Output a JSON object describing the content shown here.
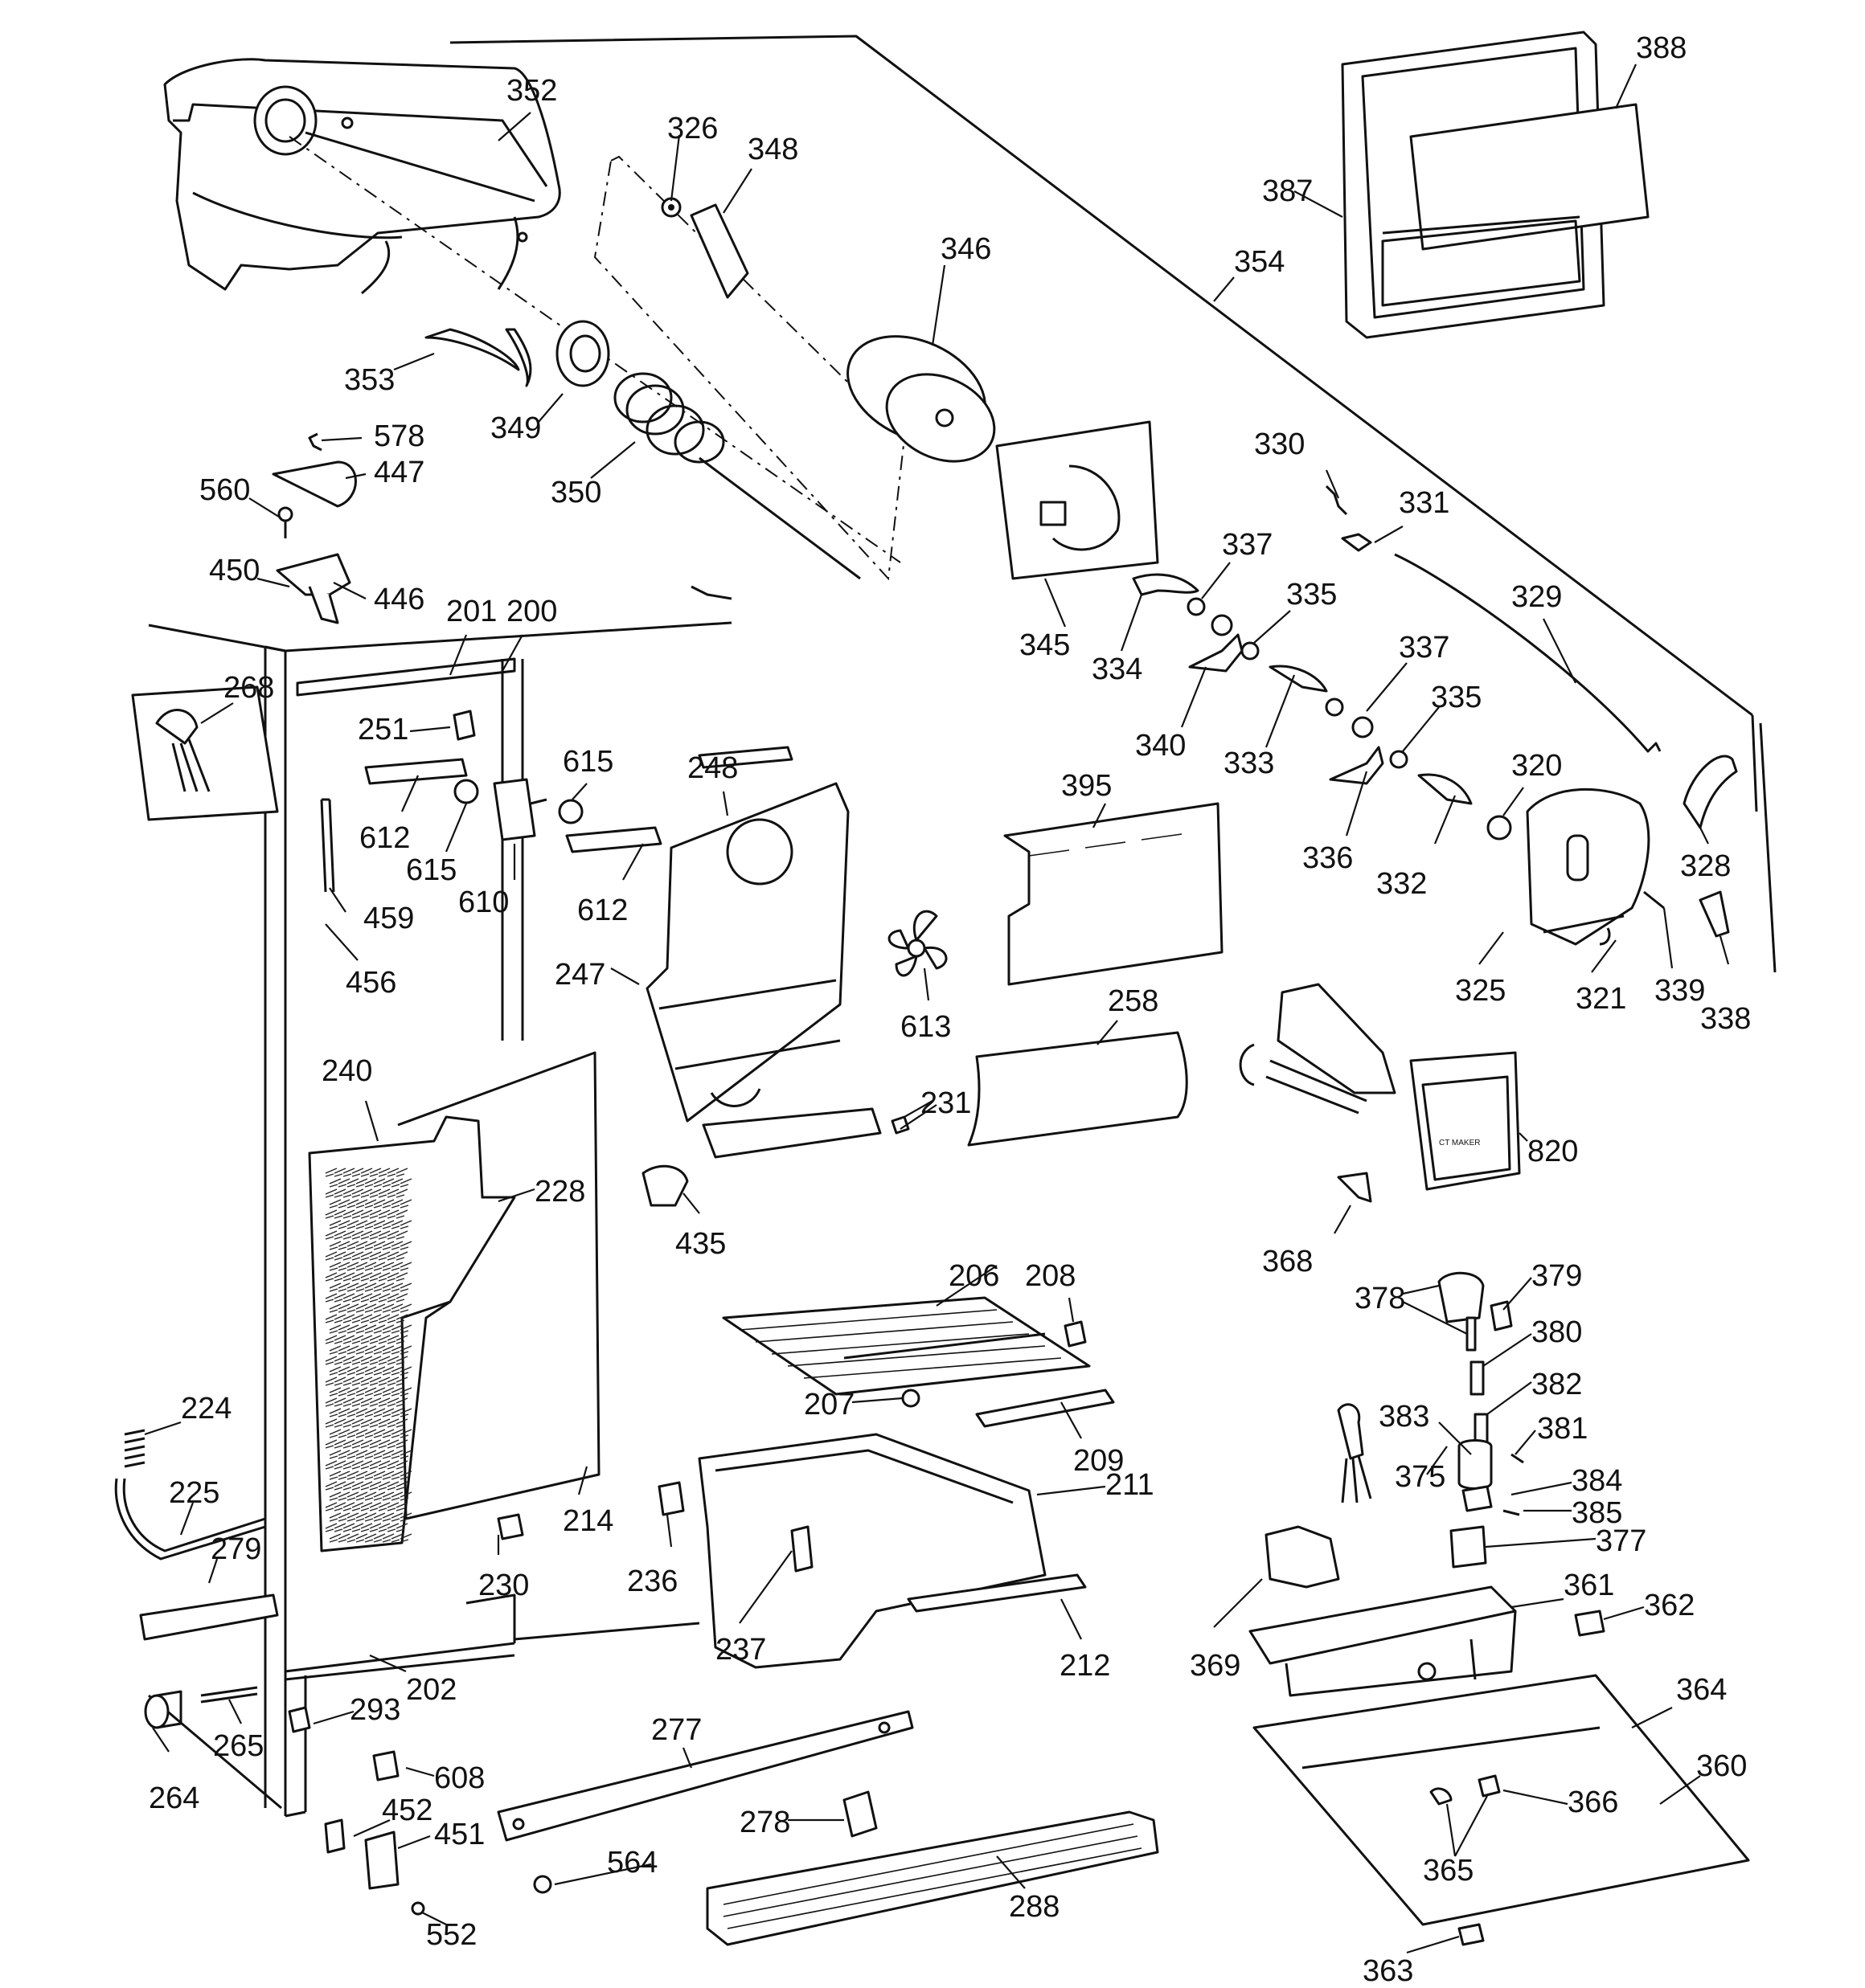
{
  "diagram": {
    "labels": [
      {
        "id": "352",
        "text": "352"
      },
      {
        "id": "326",
        "text": "326"
      },
      {
        "id": "348",
        "text": "348"
      },
      {
        "id": "346",
        "text": "346"
      },
      {
        "id": "388",
        "text": "388"
      },
      {
        "id": "387",
        "text": "387"
      },
      {
        "id": "354",
        "text": "354"
      },
      {
        "id": "353",
        "text": "353"
      },
      {
        "id": "349",
        "text": "349"
      },
      {
        "id": "350",
        "text": "350"
      },
      {
        "id": "578",
        "text": "578"
      },
      {
        "id": "447",
        "text": "447"
      },
      {
        "id": "560",
        "text": "560"
      },
      {
        "id": "450",
        "text": "450"
      },
      {
        "id": "446",
        "text": "446"
      },
      {
        "id": "330",
        "text": "330"
      },
      {
        "id": "331",
        "text": "331"
      },
      {
        "id": "337a",
        "text": "337"
      },
      {
        "id": "335a",
        "text": "335"
      },
      {
        "id": "329",
        "text": "329"
      },
      {
        "id": "345",
        "text": "345"
      },
      {
        "id": "334",
        "text": "334"
      },
      {
        "id": "337b",
        "text": "337"
      },
      {
        "id": "340",
        "text": "340"
      },
      {
        "id": "333",
        "text": "333"
      },
      {
        "id": "335b",
        "text": "335"
      },
      {
        "id": "320",
        "text": "320"
      },
      {
        "id": "336",
        "text": "336"
      },
      {
        "id": "332",
        "text": "332"
      },
      {
        "id": "328",
        "text": "328"
      },
      {
        "id": "325",
        "text": "325"
      },
      {
        "id": "321",
        "text": "321"
      },
      {
        "id": "339",
        "text": "339"
      },
      {
        "id": "338",
        "text": "338"
      },
      {
        "id": "201",
        "text": "201"
      },
      {
        "id": "200",
        "text": "200"
      },
      {
        "id": "268",
        "text": "268"
      },
      {
        "id": "251",
        "text": "251"
      },
      {
        "id": "615a",
        "text": "615"
      },
      {
        "id": "248",
        "text": "248"
      },
      {
        "id": "612a",
        "text": "612"
      },
      {
        "id": "615b",
        "text": "615"
      },
      {
        "id": "610",
        "text": "610"
      },
      {
        "id": "612b",
        "text": "612"
      },
      {
        "id": "395",
        "text": "395"
      },
      {
        "id": "459",
        "text": "459"
      },
      {
        "id": "456",
        "text": "456"
      },
      {
        "id": "247",
        "text": "247"
      },
      {
        "id": "613",
        "text": "613"
      },
      {
        "id": "258",
        "text": "258"
      },
      {
        "id": "240",
        "text": "240"
      },
      {
        "id": "231",
        "text": "231"
      },
      {
        "id": "228",
        "text": "228"
      },
      {
        "id": "820",
        "text": "820"
      },
      {
        "id": "435",
        "text": "435"
      },
      {
        "id": "368",
        "text": "368"
      },
      {
        "id": "206",
        "text": "206"
      },
      {
        "id": "208",
        "text": "208"
      },
      {
        "id": "378",
        "text": "378"
      },
      {
        "id": "379",
        "text": "379"
      },
      {
        "id": "380",
        "text": "380"
      },
      {
        "id": "224",
        "text": "224"
      },
      {
        "id": "207",
        "text": "207"
      },
      {
        "id": "382",
        "text": "382"
      },
      {
        "id": "209",
        "text": "209"
      },
      {
        "id": "383",
        "text": "383"
      },
      {
        "id": "381",
        "text": "381"
      },
      {
        "id": "225",
        "text": "225"
      },
      {
        "id": "375",
        "text": "375"
      },
      {
        "id": "211",
        "text": "211"
      },
      {
        "id": "214",
        "text": "214"
      },
      {
        "id": "384",
        "text": "384"
      },
      {
        "id": "385",
        "text": "385"
      },
      {
        "id": "279",
        "text": "279"
      },
      {
        "id": "236",
        "text": "236"
      },
      {
        "id": "230",
        "text": "230"
      },
      {
        "id": "377",
        "text": "377"
      },
      {
        "id": "361",
        "text": "361"
      },
      {
        "id": "362",
        "text": "362"
      },
      {
        "id": "237",
        "text": "237"
      },
      {
        "id": "212",
        "text": "212"
      },
      {
        "id": "369",
        "text": "369"
      },
      {
        "id": "202",
        "text": "202"
      },
      {
        "id": "293",
        "text": "293"
      },
      {
        "id": "364",
        "text": "364"
      },
      {
        "id": "277",
        "text": "277"
      },
      {
        "id": "265",
        "text": "265"
      },
      {
        "id": "360",
        "text": "360"
      },
      {
        "id": "608",
        "text": "608"
      },
      {
        "id": "264",
        "text": "264"
      },
      {
        "id": "452",
        "text": "452"
      },
      {
        "id": "366",
        "text": "366"
      },
      {
        "id": "278",
        "text": "278"
      },
      {
        "id": "451",
        "text": "451"
      },
      {
        "id": "564",
        "text": "564"
      },
      {
        "id": "365",
        "text": "365"
      },
      {
        "id": "288",
        "text": "288"
      },
      {
        "id": "552",
        "text": "552"
      },
      {
        "id": "363",
        "text": "363"
      }
    ],
    "ice_maker_face_text": "CT MAKER"
  }
}
